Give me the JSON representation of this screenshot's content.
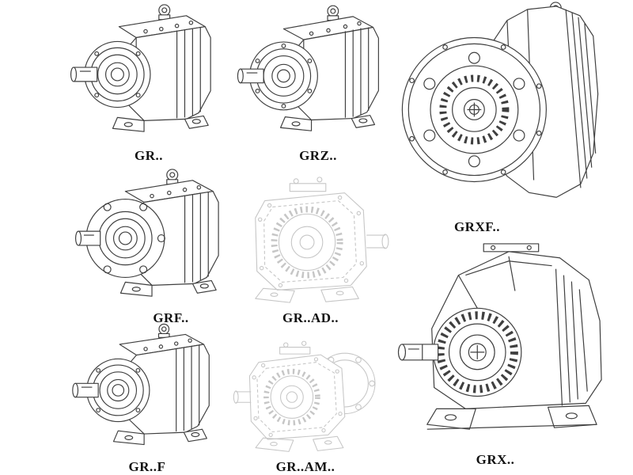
{
  "figures": [
    {
      "id": "gr",
      "label": "GR.."
    },
    {
      "id": "grz",
      "label": "GRZ.."
    },
    {
      "id": "grxf",
      "label": "GRXF.."
    },
    {
      "id": "grf",
      "label": "GRF.."
    },
    {
      "id": "grad",
      "label": "GR..AD.."
    },
    {
      "id": "grft",
      "label": "GR..F"
    },
    {
      "id": "gram",
      "label": "GR..AM.."
    },
    {
      "id": "grx",
      "label": "GRX.."
    }
  ],
  "colors": {
    "ink": "#3f3f3f",
    "faded": "#c6c6c6",
    "background": "#ffffff"
  }
}
